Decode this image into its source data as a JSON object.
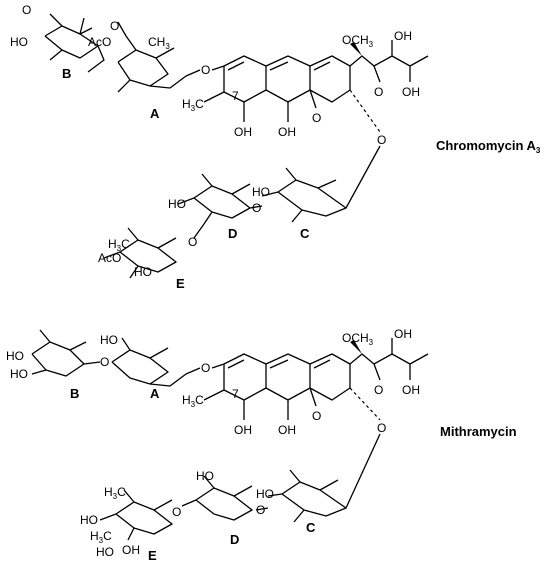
{
  "chromomycin": {
    "name": "Chromomycin A",
    "name_sub": "3",
    "rings": {
      "A": "A",
      "B": "B",
      "C": "C",
      "D": "D",
      "E": "E"
    },
    "labels": {
      "ome_top": "O",
      "ome_ch3": "CH",
      "ome_ch3_sub": "3",
      "ho_b": "HO",
      "aco_b": "AcO",
      "o_link_ab": "O",
      "ch3_a": "CH",
      "ch3_a_sub": "3",
      "o_aglycone": "O",
      "num7": "7",
      "h3c": "H",
      "h3c_sub": "3",
      "h3c_c": "C",
      "oh1": "OH",
      "oh2": "OH",
      "keto": "O",
      "side_o": "OCH",
      "side_o_sub": "3",
      "side_oh": "OH",
      "side_oh2": "OH",
      "side_keto": "O",
      "o_bridge": "O",
      "ho_d": "HO",
      "ho_c": "HO",
      "o_cd": "O",
      "o_de": "O",
      "aco_e": "AcO",
      "h3c_e": "H",
      "h3c_e_sub": "3",
      "h3c_e_c": "C",
      "ho_e": "HO"
    }
  },
  "mithramycin": {
    "name": "Mithramycin",
    "rings": {
      "A": "A",
      "B": "B",
      "C": "C",
      "D": "D",
      "E": "E"
    },
    "labels": {
      "ho_b1": "HO",
      "ho_b2": "HO",
      "o_ab": "O",
      "ho_a": "HO",
      "o_aglycone": "O",
      "num7": "7",
      "h3c": "H",
      "h3c_sub": "3",
      "h3c_c": "C",
      "oh1": "OH",
      "oh2": "OH",
      "keto": "O",
      "side_o": "OCH",
      "side_o_sub": "3",
      "side_oh": "OH",
      "side_oh2": "OH",
      "side_keto": "O",
      "o_bridge": "O",
      "ho_d": "HO",
      "ho_c": "HO",
      "o_cd": "O",
      "o_de": "O",
      "h3c_e1": "H",
      "h3c_e1_sub": "3",
      "h3c_e1_c": "C",
      "h3c_e2": "H",
      "h3c_e2_sub": "3",
      "h3c_e2_c": "C",
      "ho_e": "HO",
      "ho_e2": "HO",
      "oh_e": "OH"
    }
  }
}
